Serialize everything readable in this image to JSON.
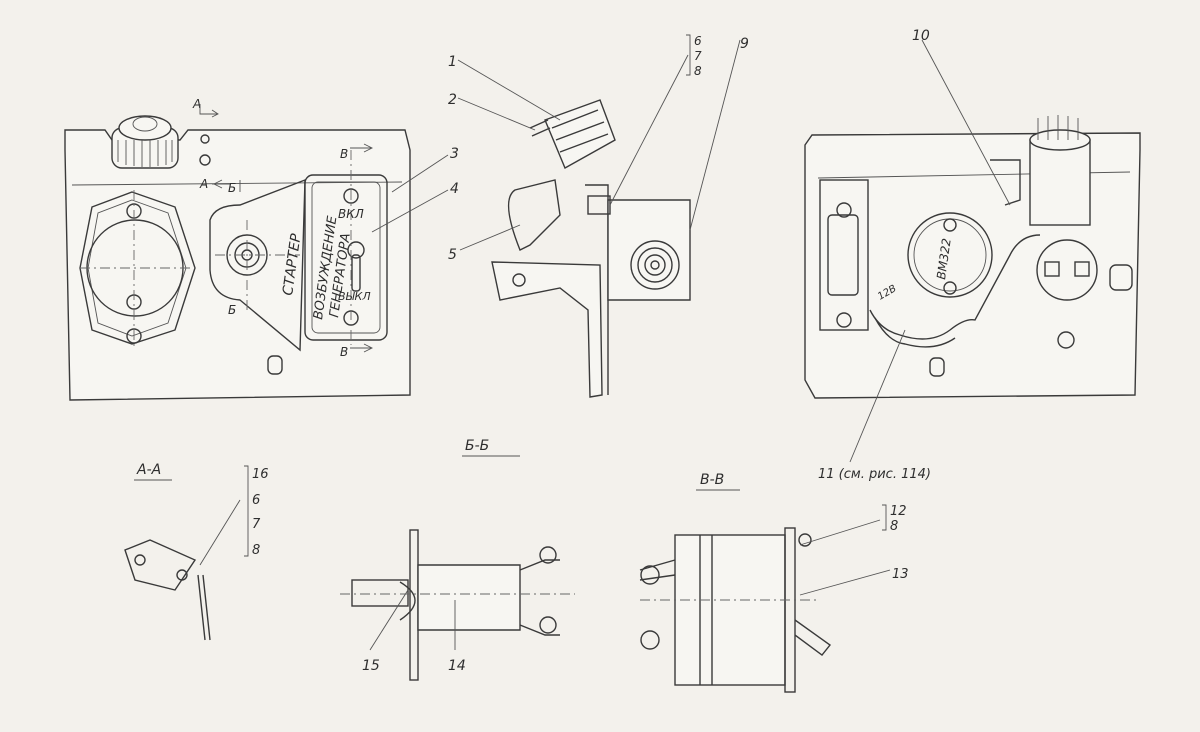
{
  "panel": {
    "label_starter": "СТАРТЕР",
    "label_excitation_1": "ВОЗБУЖДЕНИЕ",
    "label_excitation_2": "ГЕНЕРАТОРА",
    "switch_on": "ВКЛ",
    "switch_off": "ВЫКЛ",
    "relay_marking": "ВМ322",
    "relay_marking_2": "12В"
  },
  "section_marks": {
    "a": "А",
    "b": "Б",
    "v": "В"
  },
  "section_titles": {
    "aa": "А-А",
    "bb": "Б-Б",
    "vv": "В-В"
  },
  "callouts": {
    "c1": "1",
    "c2": "2",
    "c3": "3",
    "c4": "4",
    "c5": "5",
    "c6": "6",
    "c7": "7",
    "c8": "8",
    "c9": "9",
    "c10": "10",
    "c11": "11 (см. рис. 114)",
    "c12": "12",
    "c13": "13",
    "c14": "14",
    "c15": "15",
    "c16": "16"
  }
}
